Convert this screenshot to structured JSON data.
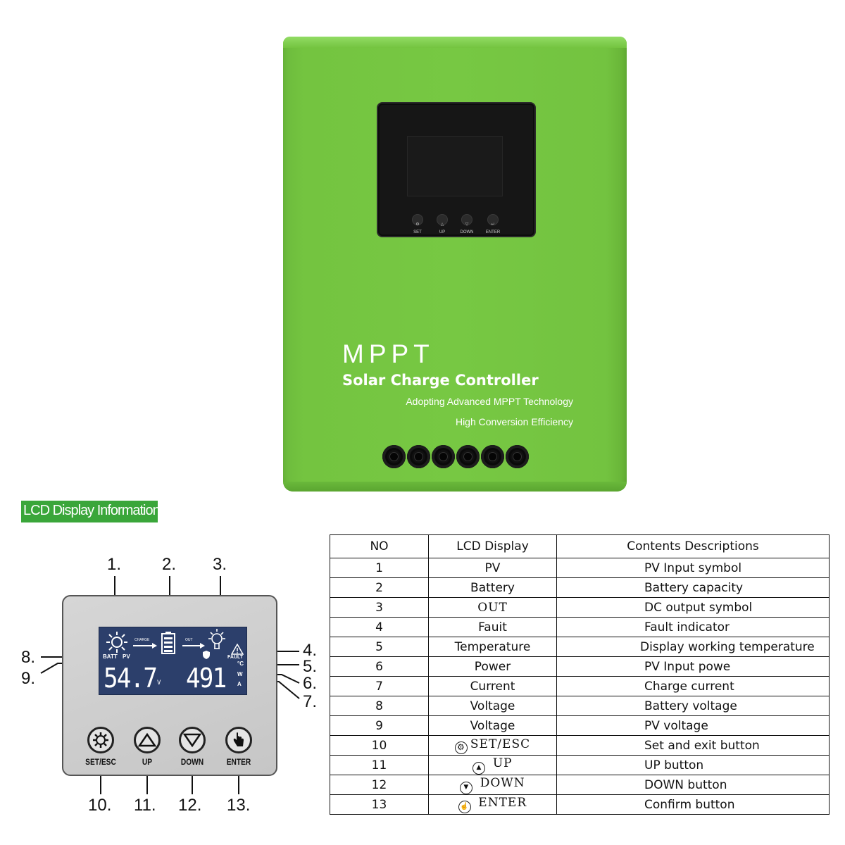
{
  "device": {
    "title": "MPPT",
    "subtitle": "Solar Charge Controller",
    "line1": "Adopting Advanced MPPT Technology",
    "line2": "High Conversion Efficiency",
    "buttons": [
      "SET",
      "UP",
      "DOWN",
      "ENTER"
    ],
    "body_color": "#77c843"
  },
  "section": {
    "heading": "LCD Display Information:",
    "badge_color": "#3aa63a"
  },
  "panel": {
    "callouts": [
      "1.",
      "2.",
      "3.",
      "4.",
      "5.",
      "6.",
      "7.",
      "8.",
      "9.",
      "10.",
      "11.",
      "12.",
      "13."
    ],
    "lcd": {
      "charge_label": "CHARGE",
      "out_label": "OUT",
      "batt_label": "BATT",
      "pv_label": "PV",
      "fault_label": "FAULT",
      "left_value": "54.7",
      "left_unit": "V",
      "right_value": "491",
      "unit_c": "°C",
      "unit_w": "W",
      "unit_a": "A",
      "lcd_color": "#2c3f6b"
    },
    "buttons": [
      "SET/ESC",
      "UP",
      "DOWN",
      "ENTER"
    ]
  },
  "table": {
    "headers": [
      "NO",
      "LCD Display",
      "Contents Descriptions"
    ],
    "rows": [
      {
        "no": "1",
        "lcd": "PV",
        "desc": "PV Input symbol"
      },
      {
        "no": "2",
        "lcd": "Battery",
        "desc": "Battery capacity"
      },
      {
        "no": "3",
        "lcd": "OUT",
        "desc": "DC output symbol"
      },
      {
        "no": "4",
        "lcd": "Fauit",
        "desc": "Fault indicator"
      },
      {
        "no": "5",
        "lcd": "Temperature",
        "desc": "Display working temperature"
      },
      {
        "no": "6",
        "lcd": "Power",
        "desc": "PV Input powe"
      },
      {
        "no": "7",
        "lcd": "Current",
        "desc": "Charge current"
      },
      {
        "no": "8",
        "lcd": "Voltage",
        "desc": "Battery voltage"
      },
      {
        "no": "9",
        "lcd": "Voltage",
        "desc": "PV voltage"
      },
      {
        "no": "10",
        "lcd": "SET/ESC",
        "desc": "Set  and exit button",
        "icon": "gear-icon"
      },
      {
        "no": "11",
        "lcd": "UP",
        "desc": "UP button",
        "icon": "up-triangle-icon"
      },
      {
        "no": "12",
        "lcd": "DOWN",
        "desc": "DOWN button",
        "icon": "down-triangle-icon"
      },
      {
        "no": "13",
        "lcd": "ENTER",
        "desc": "Confirm button",
        "icon": "hand-pointer-icon"
      }
    ]
  }
}
